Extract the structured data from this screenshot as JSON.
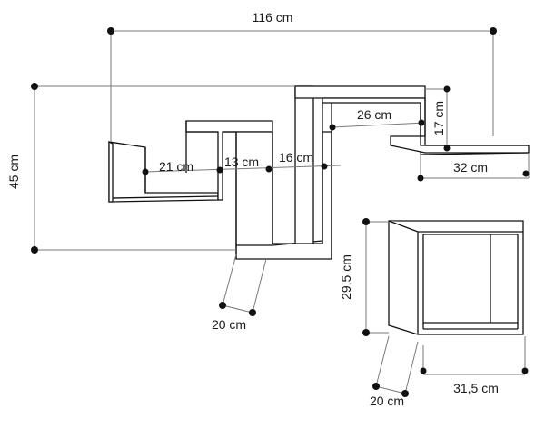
{
  "dimensions": {
    "total_width": "116 cm",
    "total_height": "45 cm",
    "left_shelf_width": "21 cm",
    "second_step": "13 cm",
    "third_step": "16 cm",
    "top_shelf_width": "26 cm",
    "top_shelf_height": "17 cm",
    "right_shelf_width": "32 cm",
    "main_depth": "20 cm",
    "cube_height": "29,5 cm",
    "cube_depth": "20 cm",
    "cube_width": "31,5 cm"
  }
}
